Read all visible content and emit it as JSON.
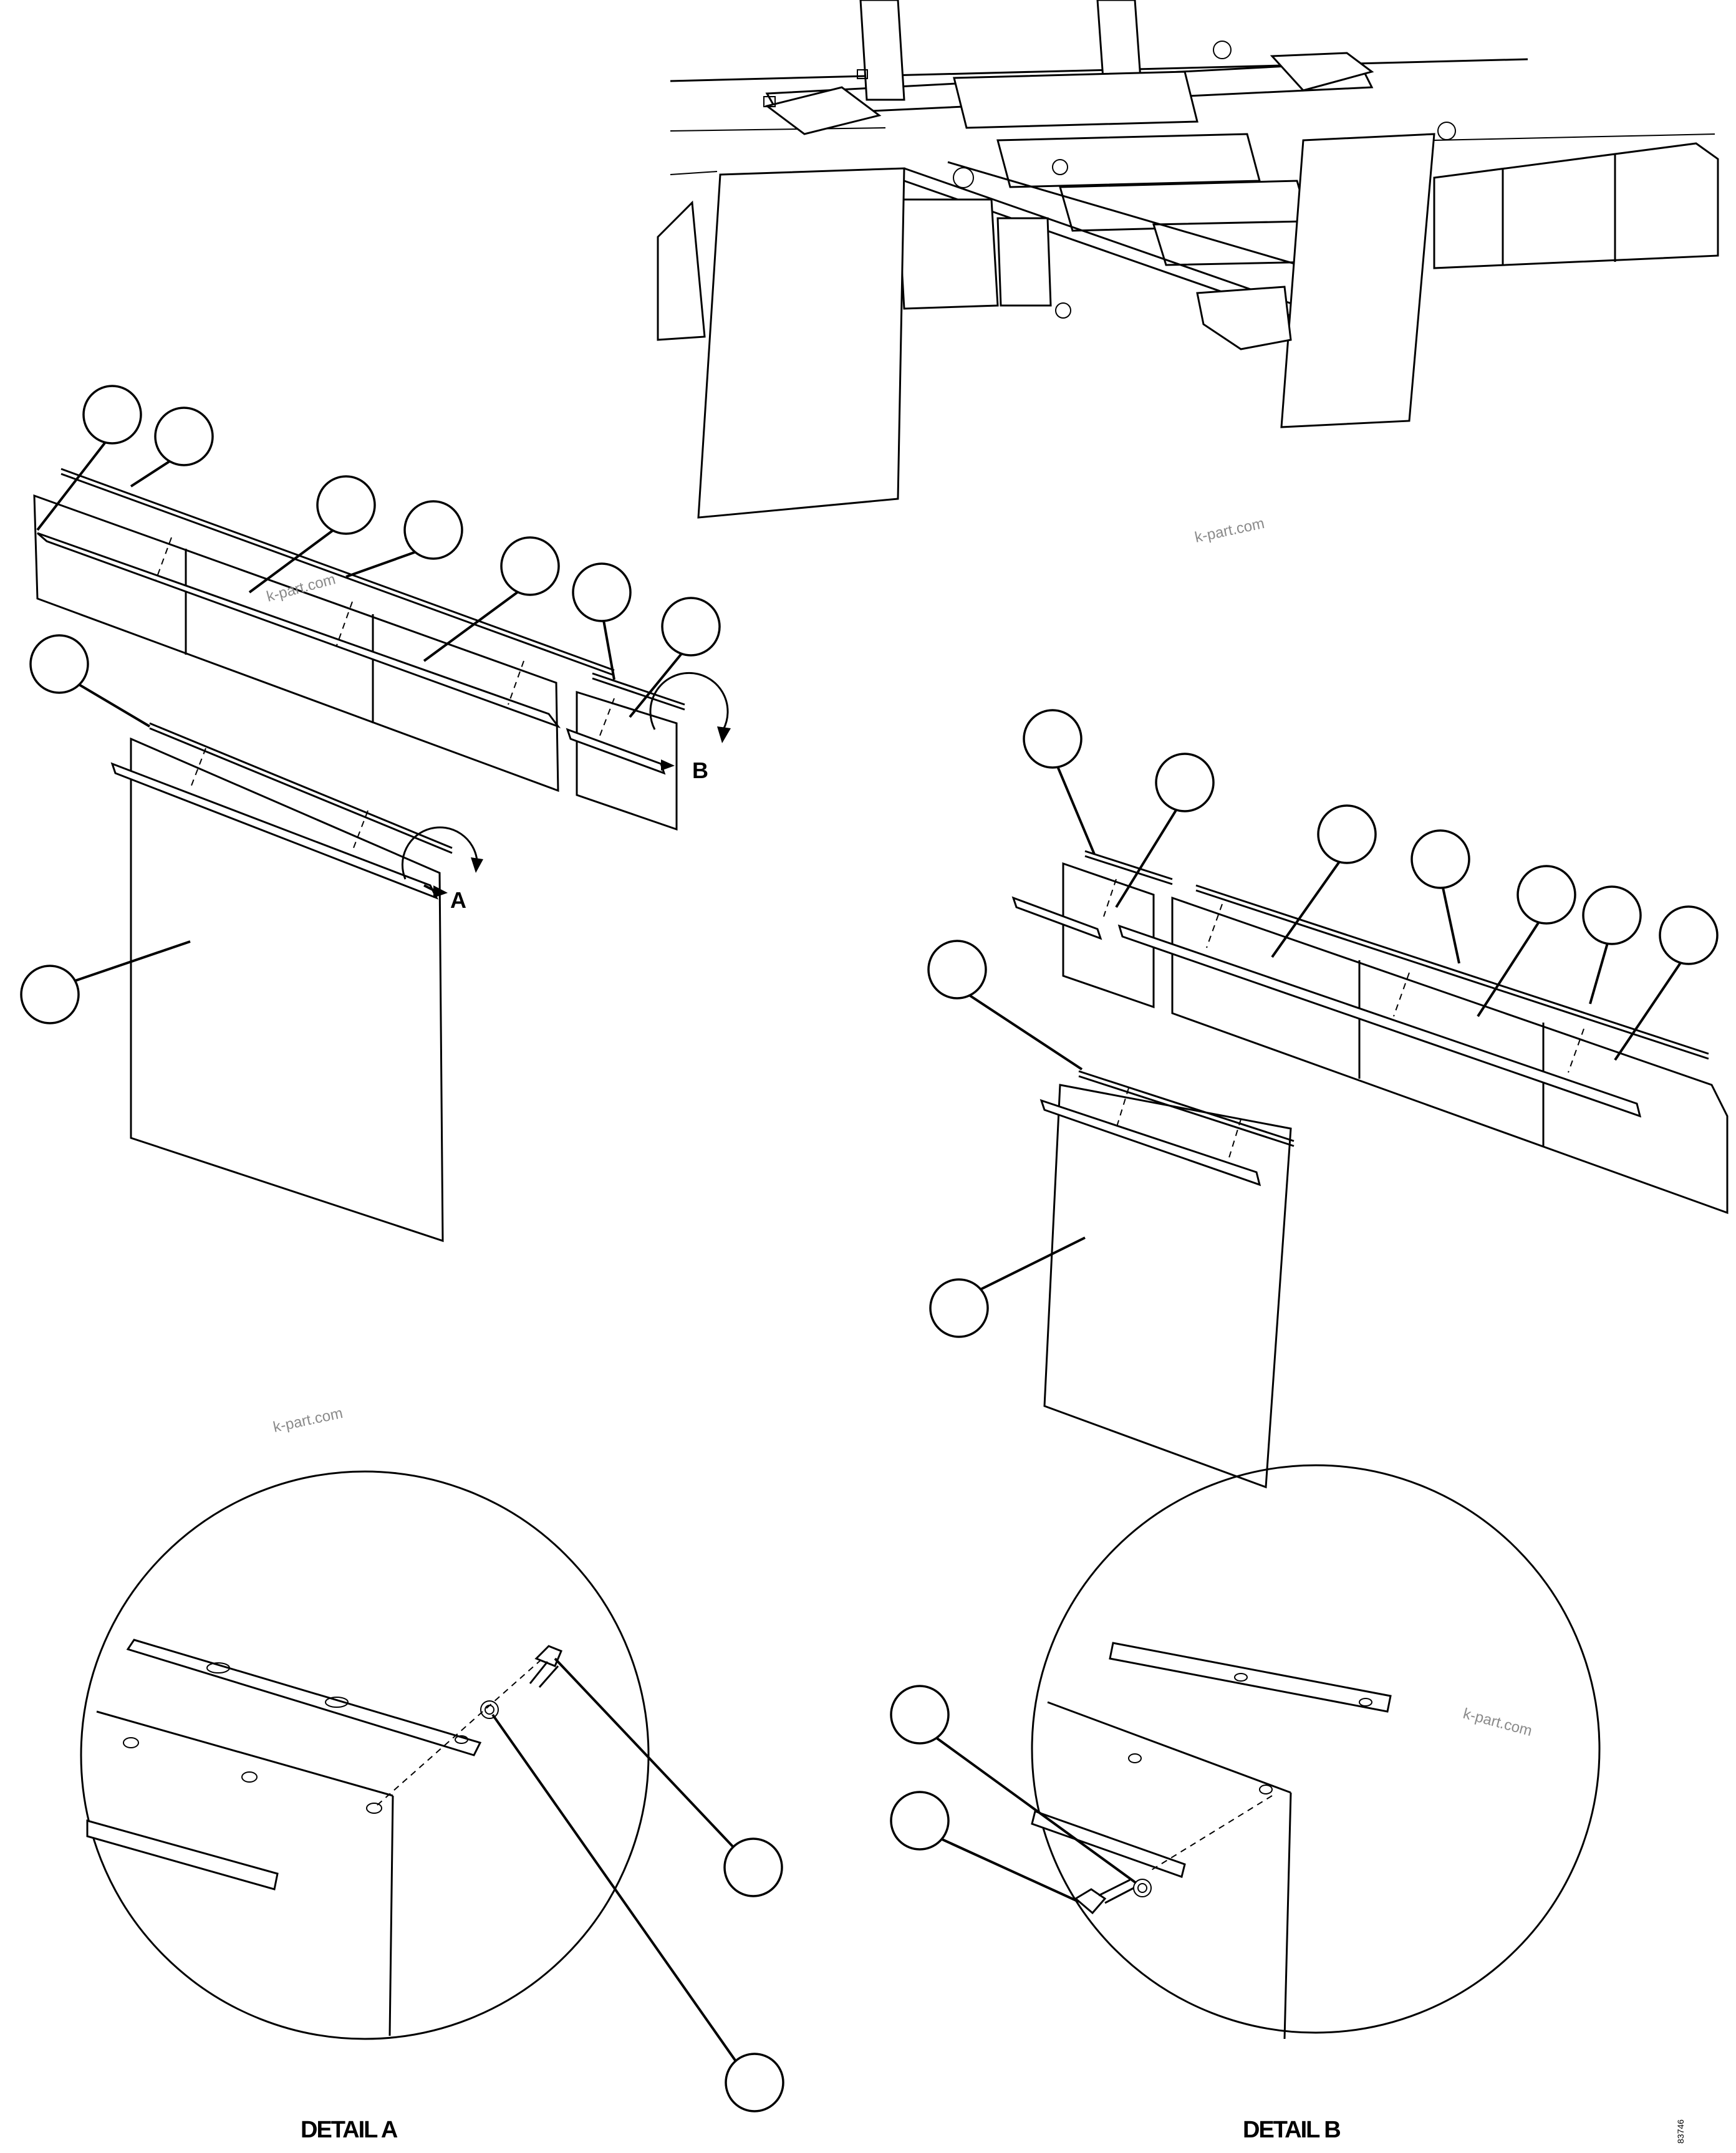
{
  "figure": {
    "detail_a_label": "DETAIL A",
    "detail_b_label": "DETAIL B",
    "callout_a": "A",
    "callout_b": "B",
    "figure_number": "83746"
  },
  "watermarks": [
    "k-part.com",
    "k-part.com",
    "k-part.com",
    "k-part.com"
  ],
  "reference_bubbles": {
    "left_assembly_count": 9,
    "right_assembly_count": 9,
    "detail_a_count": 2,
    "detail_b_count": 2,
    "numbers_printed": false
  }
}
